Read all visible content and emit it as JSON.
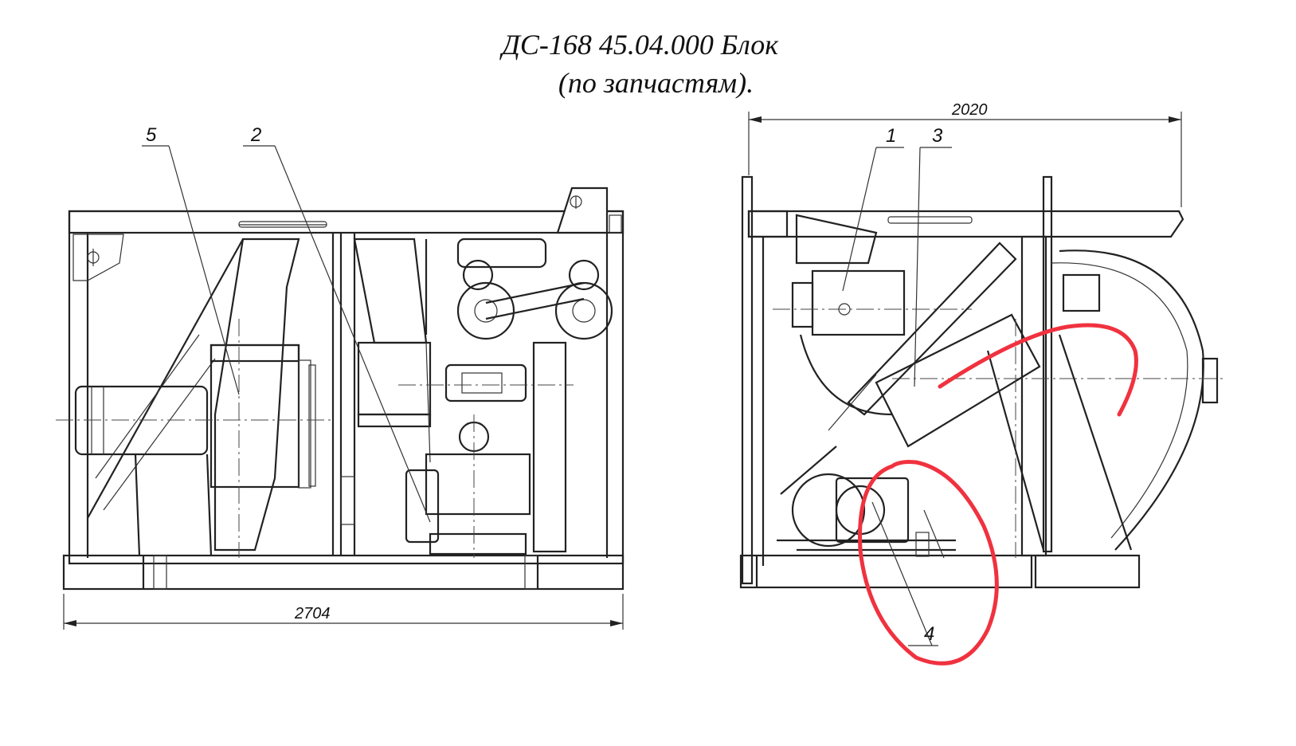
{
  "title": {
    "line1": "ДС-168 45.04.000 Блок",
    "line2": "(по запчастям)."
  },
  "left_view": {
    "width_dimension": "2704",
    "callouts": [
      "5",
      "2"
    ]
  },
  "right_view": {
    "width_dimension": "2020",
    "callouts": [
      "1",
      "3",
      "4"
    ]
  },
  "annotation_color": "#f0323f"
}
